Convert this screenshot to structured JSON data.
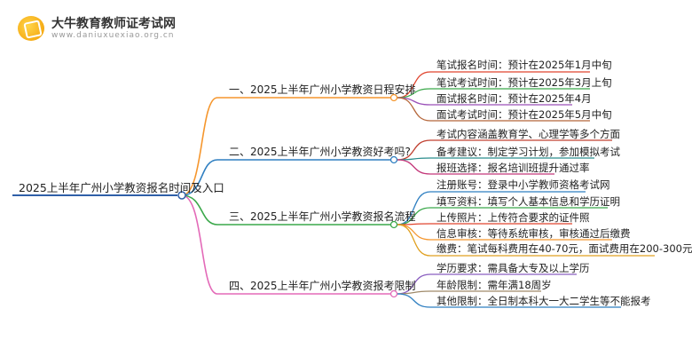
{
  "logo": {
    "name": "大牛教育教师证考试网",
    "url": "www.daniuxuexiao.org.cn"
  },
  "root": {
    "label": "2025上半年广州小学教资报名时间及入口"
  },
  "branches": [
    {
      "label": "一、2025上半年广州小学教资日程安排",
      "color": "#f5962d",
      "children": [
        {
          "label": "笔试报名时间：预计在2025年1月中旬",
          "color": "#e0452f"
        },
        {
          "label": "笔试考试时间：预计在2025年3月上旬",
          "color": "#3aa84a"
        },
        {
          "label": "面试报名时间：预计在2025年4月",
          "color": "#9a4fb8"
        },
        {
          "label": "面试考试时间：预计在2025年5月中旬",
          "color": "#b5663a"
        }
      ]
    },
    {
      "label": "二、2025上半年广州小学教资好考吗?",
      "color": "#2f7fc1",
      "children": [
        {
          "label": "考试内容涵盖教育学、心理学等多个方面",
          "color": "#c04030"
        },
        {
          "label": "备考建议：制定学习计划，参加模拟考试",
          "color": "#2a8d8d"
        },
        {
          "label": "报班选择：报名培训班提升通过率",
          "color": "#c4387a"
        }
      ]
    },
    {
      "label": "三、2025上半年广州小学教资报名流程",
      "color": "#3aa84a",
      "children": [
        {
          "label": "注册账号：登录中小学教师资格考试网",
          "color": "#2f7fc1"
        },
        {
          "label": "填写资料：填写个人基本信息和学历证明",
          "color": "#3aa84a"
        },
        {
          "label": "上传照片：上传符合要求的证件照",
          "color": "#e0452f"
        },
        {
          "label": "信息审核：等待系统审核，审核通过后缴费",
          "color": "#f5962d"
        },
        {
          "label": "缴费：笔试每科费用在40-70元，面试费用在200-300元",
          "color": "#e0a020"
        }
      ]
    },
    {
      "label": "四、2025上半年广州小学教资报考限制",
      "color": "#e36ab8",
      "children": [
        {
          "label": "学历要求：需具备大专及以上学历",
          "color": "#8a5fc0"
        },
        {
          "label": "年龄限制：需年满18周岁",
          "color": "#a08a6a"
        },
        {
          "label": "其他限制：全日制本科大一大二学生等不能报考",
          "color": "#2f7fc1"
        }
      ]
    }
  ]
}
